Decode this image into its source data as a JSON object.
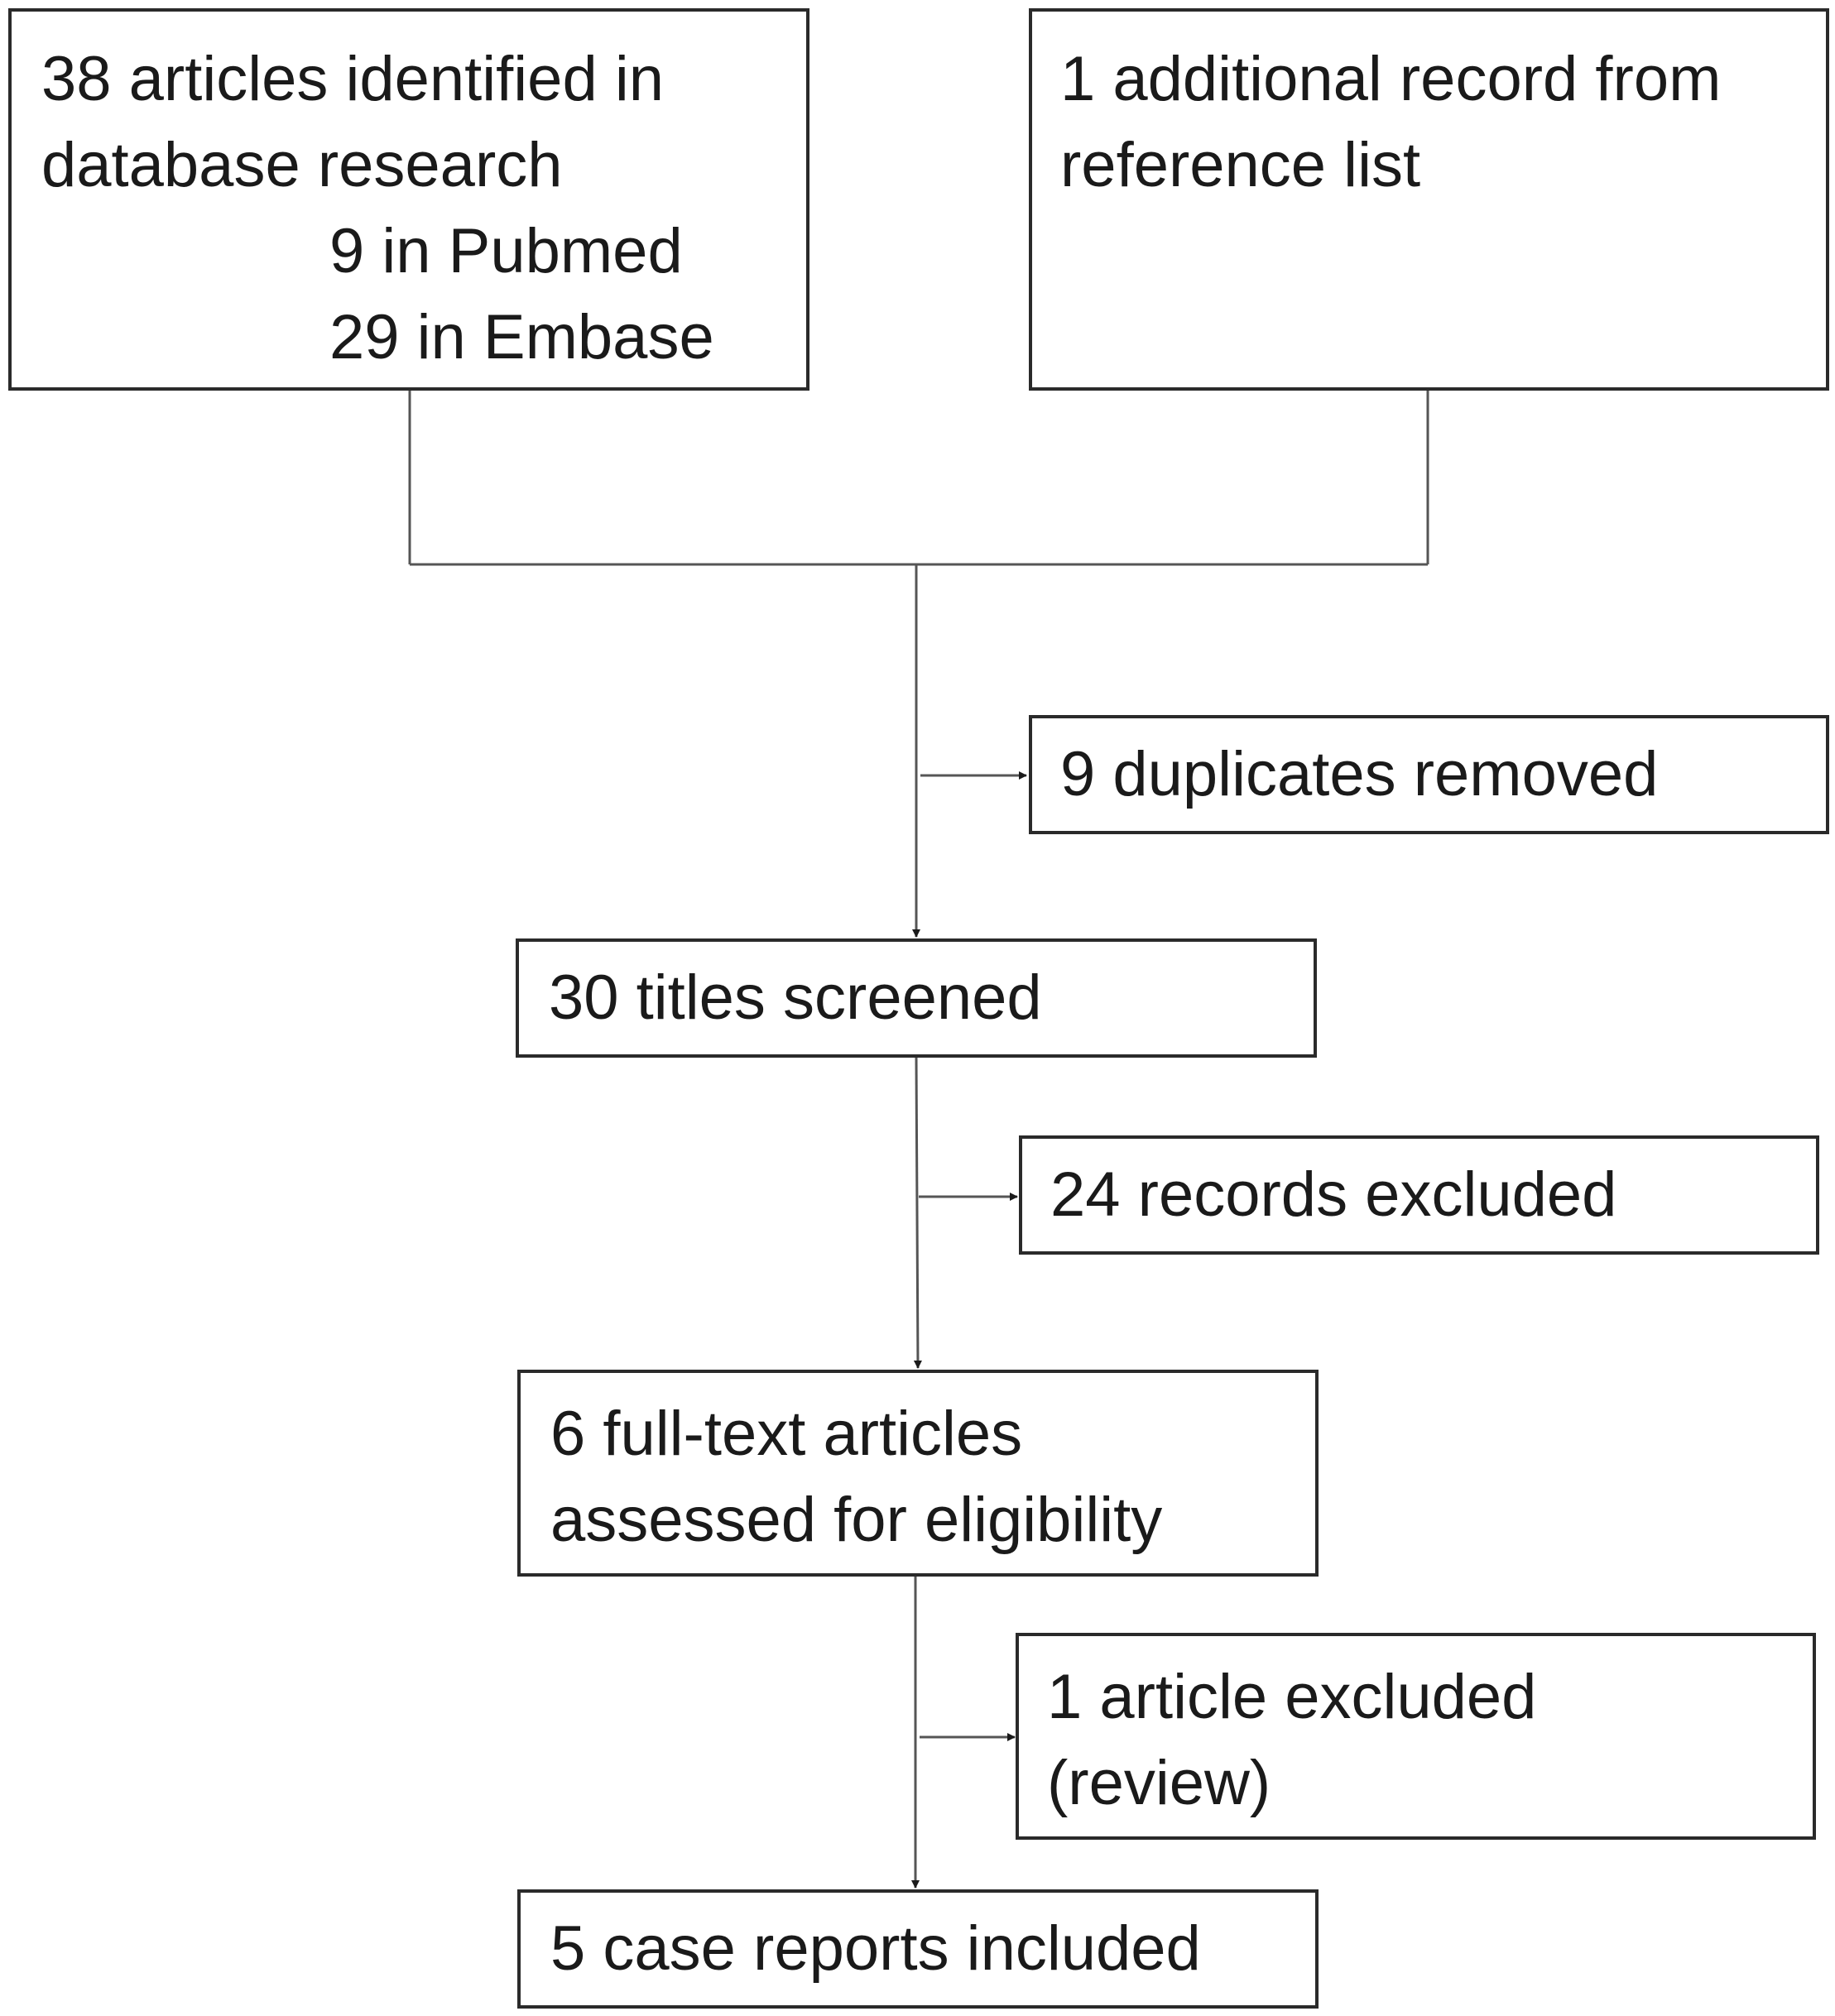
{
  "boxes": {
    "database": {
      "lines": [
        "38 articles identified in",
        "database research",
        "9 in Pubmed",
        "29 in Embase"
      ]
    },
    "additional": {
      "lines": [
        "1 additional record from",
        "reference list"
      ]
    },
    "duplicates": {
      "lines": [
        "9 duplicates removed"
      ]
    },
    "screened": {
      "lines": [
        "30 titles screened"
      ]
    },
    "excluded_records": {
      "lines": [
        "24 records excluded"
      ]
    },
    "full_text": {
      "lines": [
        "6 full-text articles",
        "assessed for eligibility"
      ]
    },
    "excluded_article": {
      "lines": [
        "1 article excluded",
        "(review)"
      ]
    },
    "included": {
      "lines": [
        "5 case reports included"
      ]
    }
  },
  "colors": {
    "line": "#555555",
    "border": "#2a2a2a",
    "text": "#1a1a1a"
  }
}
